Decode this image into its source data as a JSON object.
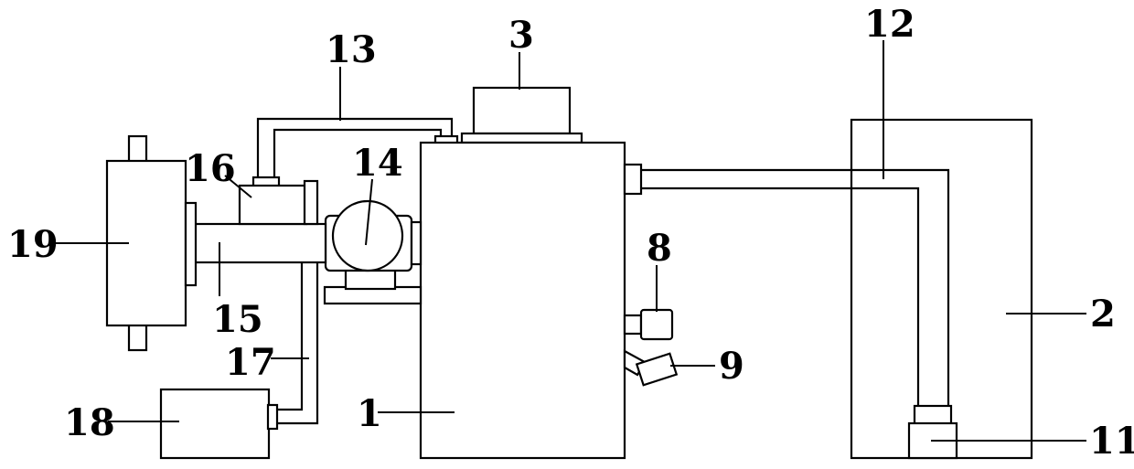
{
  "labels": {
    "l1": "1",
    "l2": "2",
    "l3": "3",
    "l8": "8",
    "l9": "9",
    "l11": "11",
    "l12": "12",
    "l13": "13",
    "l14": "14",
    "l15": "15",
    "l16": "16",
    "l17": "17",
    "l18": "18",
    "l19": "19"
  }
}
